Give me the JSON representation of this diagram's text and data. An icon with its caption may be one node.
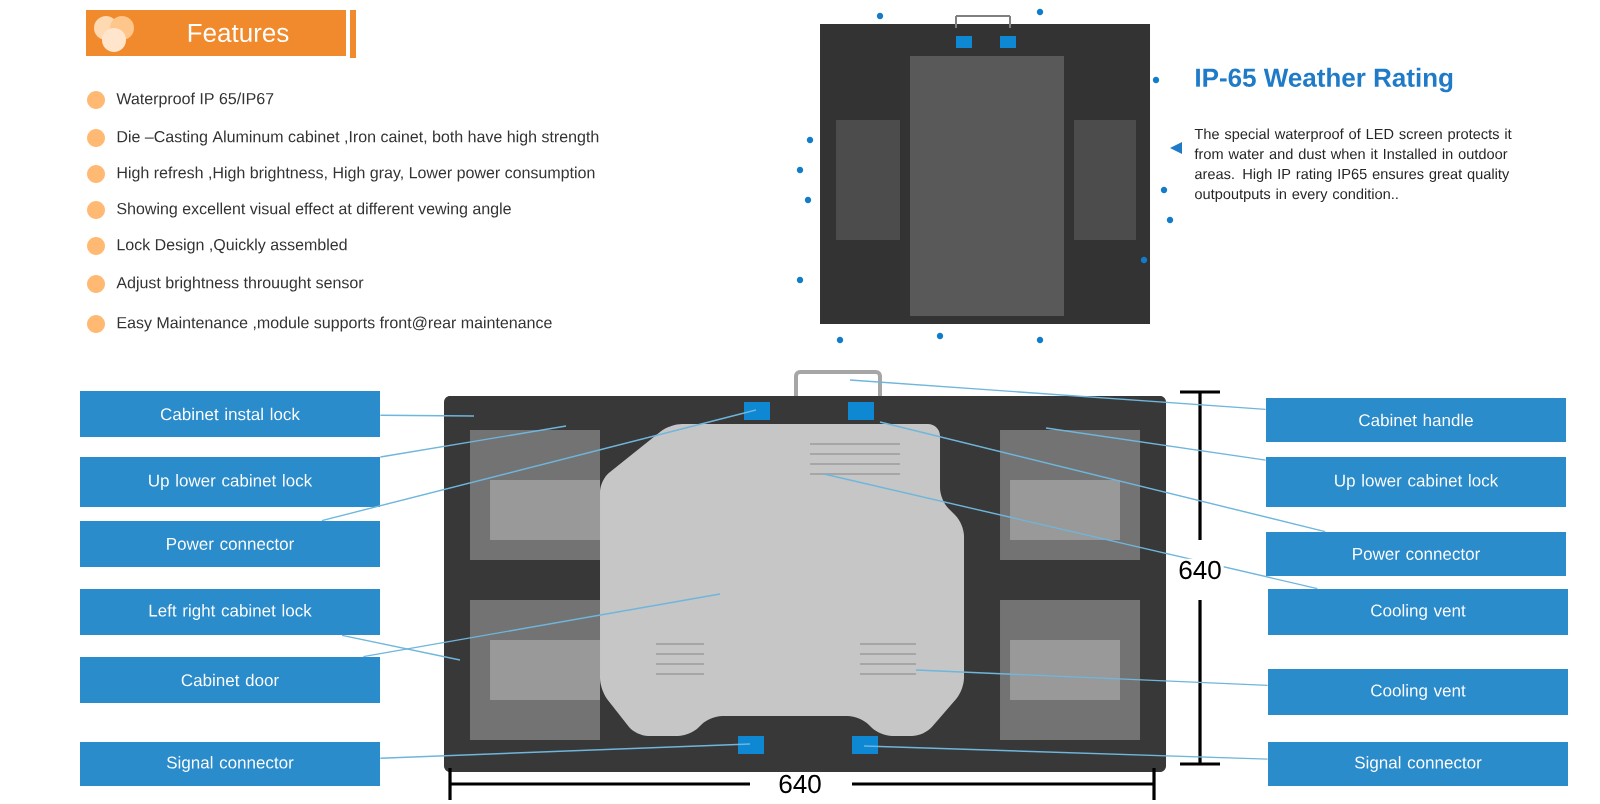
{
  "diagram": {
    "nodes": [
      {
        "text": [
          "Features"
        ]
      },
      {
        "text": [
          "Cabinet instal lock"
        ]
      },
      {
        "text": [
          "Up lower cabinet lock"
        ]
      },
      {
        "text": [
          "Power connector"
        ]
      },
      {
        "text": [
          "Left right cabinet lock"
        ]
      },
      {
        "text": [
          "Cabinet door"
        ]
      },
      {
        "text": [
          "Signal connector"
        ]
      },
      {
        "text": [
          "Cabinet handle"
        ]
      },
      {
        "text": [
          "Up lower cabinet lock"
        ]
      },
      {
        "text": [
          "Power connector"
        ]
      },
      {
        "text": [
          "Cooling vent"
        ]
      },
      {
        "text": [
          "Cooling vent"
        ]
      },
      {
        "text": [
          "Signal connector"
        ]
      }
    ],
    "edges": [
      {
        "from": 1,
        "to": null,
        "arrow": "none"
      },
      {
        "from": 2,
        "to": null,
        "arrow": "none"
      },
      {
        "from": 3,
        "to": null,
        "arrow": "none"
      },
      {
        "from": 4,
        "to": null,
        "arrow": "none"
      },
      {
        "from": 5,
        "to": null,
        "arrow": "none"
      },
      {
        "from": 6,
        "to": null,
        "arrow": "none"
      },
      {
        "from": 7,
        "to": null,
        "arrow": "none"
      },
      {
        "from": 8,
        "to": null,
        "arrow": "none"
      },
      {
        "from": 9,
        "to": null,
        "arrow": "none"
      },
      {
        "from": 10,
        "to": null,
        "arrow": "none"
      },
      {
        "from": 11,
        "to": null,
        "arrow": "none"
      },
      {
        "from": 12,
        "to": null,
        "arrow": "none"
      }
    ],
    "labels": [
      "Waterproof IP 65/IP67",
      "Die –Casting Aluminum cabinet ,Iron cainet, both have high strength",
      "High refresh ,High brightness, High gray, Lower power consumption",
      "Showing excellent visual effect at different vewing angle",
      "Lock Design ,Quickly assembled",
      "Adjust brightness throuught sensor",
      "Easy Maintenance ,module supports front@rear maintenance",
      "IP-65 Weather Rating",
      "The special waterproof of LED screen protects it from water and dust when it Installed in outdoor areas. High IP rating IP65 ensures great quality outpoutputs in every condition..",
      "640",
      "640"
    ]
  }
}
